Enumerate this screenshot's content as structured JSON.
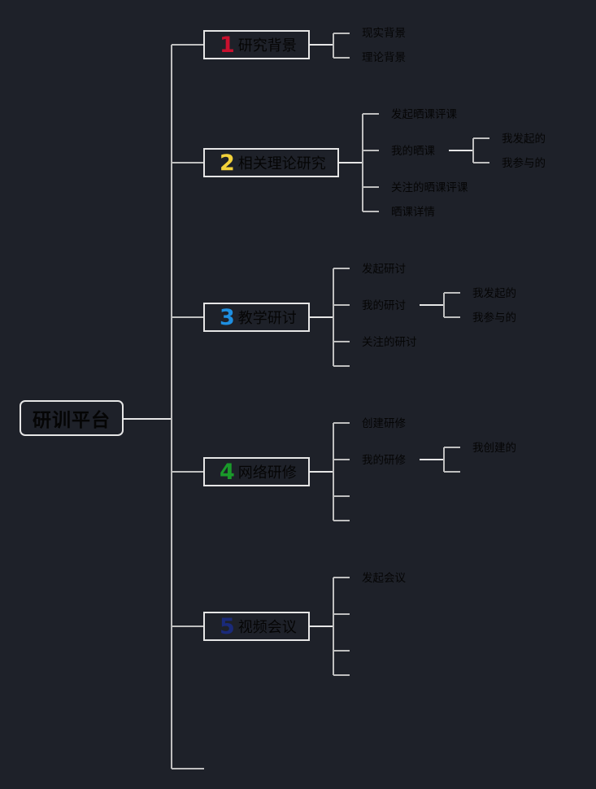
{
  "root": "研训平台",
  "colors": {
    "background": "#1e2129",
    "line": "#bfbfbf",
    "n1": "#c8102e",
    "n2": "#f2d13a",
    "n3": "#1e8fe1",
    "n4": "#1a9a2a",
    "n5": "#1a2a7a"
  },
  "branches": [
    {
      "num": "1",
      "label": "研究背景",
      "children": [
        "现实背景",
        "理论背景"
      ]
    },
    {
      "num": "2",
      "label": "相关理论研究",
      "children": [
        "发起晒课评课",
        "我的晒课",
        "关注的晒课评课",
        "晒课详情"
      ],
      "sub": [
        "我发起的",
        "我参与的"
      ]
    },
    {
      "num": "3",
      "label": "教学研讨",
      "children": [
        "发起研讨",
        "我的研讨",
        "关注的研讨"
      ],
      "sub": [
        "我发起的",
        "我参与的"
      ]
    },
    {
      "num": "4",
      "label": "网络研修",
      "children": [
        "创建研修",
        "我的研修"
      ],
      "sub": [
        "我创建的"
      ]
    },
    {
      "num": "5",
      "label": "视频会议",
      "children": [
        "发起会议"
      ]
    }
  ]
}
